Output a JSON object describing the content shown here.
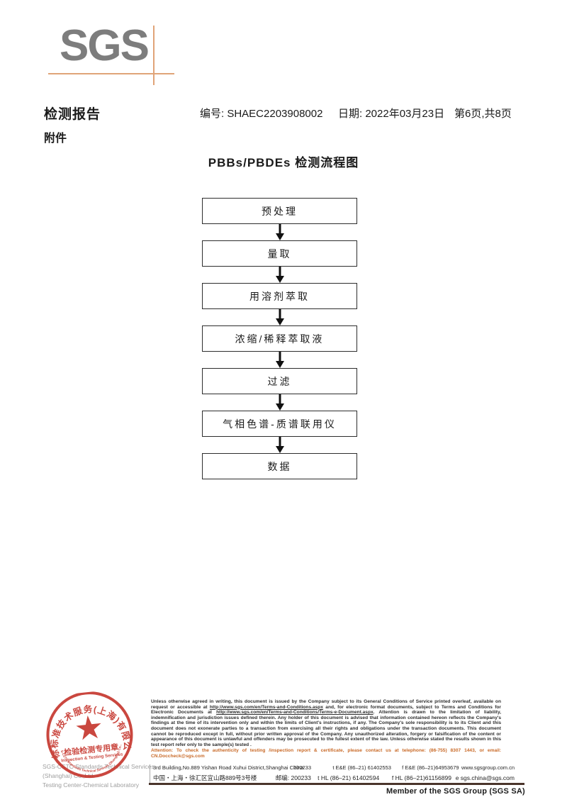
{
  "logo": {
    "text": "SGS"
  },
  "header": {
    "report_title": "检测报告",
    "report_no": "编号: SHAEC2203908002",
    "date": "日期: 2022年03月23日",
    "page_info": "第6页,共8页",
    "attachment": "附件"
  },
  "flowchart": {
    "title": "PBBs/PBDEs 检测流程图",
    "steps": [
      "预处理",
      "量取",
      "用溶剂萃取",
      "浓缩/稀释萃取液",
      "过滤",
      "气相色谱-质谱联用仪",
      "数据"
    ]
  },
  "stamp": {
    "ring_text_top": "通标标准技术服务(上海)有限公司",
    "ring_text_bottom": "SGS-CSTC Standards Technical Services (Shanghai) Co.,Ltd",
    "star_icon": "★",
    "line1": "检验检测专用章",
    "line2": "Inspection & Testing Services",
    "red": "#c5342b"
  },
  "company": {
    "line1": "SGS-CSTC Standards Technical Services (Shanghai) Co.,Ltd.",
    "line2": "Testing Center-Chemical Laboratory"
  },
  "legal": {
    "disclaimer_part1": "Unless otherwise agreed in writing, this document is issued by the Company subject to its General Conditions of Service printed overleaf, available on request or accessible at ",
    "disclaimer_url1": "http://www.sgs.com/en/Terms-and-Conditions.aspx",
    "disclaimer_part2": " and, for electronic format documents, subject to Terms and Conditions for Electronic Documents at ",
    "disclaimer_url2": "http://www.sgs.com/en/Terms-and-Conditions/Terms-e-Document.aspx",
    "disclaimer_part3": ". Attention is drawn to the limitation of liability, indemnification and jurisdiction issues defined therein. Any holder of this document is advised that information contained hereon reflects the Company's findings at the time of its intervention only and within the limits of Client's instructions, if any. The Company's sole responsibility is to its Client and this document does not exonerate parties to a transaction from exercising all their rights and obligations under the transaction documents. This document cannot be reproduced except in full, without prior written approval of the Company. Any unauthorized alteration, forgery or falsification of the content or appearance of this document is unlawful and offenders may be prosecuted to the fullest extent of the law. Unless otherwise stated the results shown in this test report refer only to the sample(s) tested .",
    "attention": "Attention: To check the authenticity of testing /inspection report & certificate, please contact us at telephone: (86-755) 8307 1443, or email: CN.Doccheck@sgs.com"
  },
  "address": {
    "en": "3rd Building,No.889 Yishan Road Xuhui District,Shanghai China",
    "en_postcode": "200233",
    "en_tel": "t E&E (86–21) 61402553",
    "en_fax": "f E&E (86–21)64953679",
    "web": "www.sgsgroup.com.cn",
    "cn": "中国・上海・徐汇区宜山路889号3号楼",
    "cn_postcode": "邮编: 200233",
    "cn_tel": "t HL (86–21) 61402594",
    "cn_fax": "f HL (86–21)61156899",
    "email": "e  sgs.china@sgs.com"
  },
  "footer": {
    "member": "Member of the SGS Group (SGS SA)"
  }
}
